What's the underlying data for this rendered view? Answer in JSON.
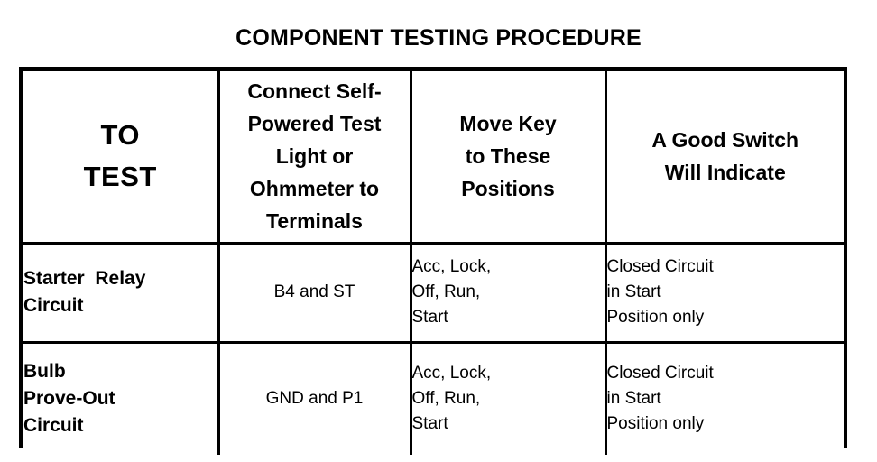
{
  "page": {
    "title": "COMPONENT TESTING PROCEDURE"
  },
  "table": {
    "headers": [
      {
        "lines": [
          "TO",
          "TEST"
        ],
        "style": "big"
      },
      {
        "lines": [
          "Connect Self-",
          "Powered Test",
          "Light or",
          "Ohmmeter to",
          "Terminals"
        ],
        "style": "normal"
      },
      {
        "lines": [
          "Move Key",
          "to These",
          "Positions"
        ],
        "style": "normal"
      },
      {
        "lines": [
          "A Good Switch",
          "Will Indicate"
        ],
        "style": "normal"
      }
    ],
    "rows": [
      {
        "name_lines": [
          "Starter  Relay",
          "Circuit"
        ],
        "terminals": "B4 and ST",
        "key_positions": [
          "Acc, Lock,",
          "Off, Run,",
          "Start"
        ],
        "indication": [
          "Closed Circuit",
          "in Start",
          "Position only"
        ]
      },
      {
        "name_lines": [
          "Bulb",
          "Prove-Out",
          "Circuit"
        ],
        "terminals": "GND and P1",
        "key_positions": [
          "Acc, Lock,",
          "Off, Run,",
          "Start"
        ],
        "indication": [
          "Closed Circuit",
          "in Start",
          "Position only"
        ]
      }
    ]
  },
  "colors": {
    "ink": "#000000",
    "paper": "#ffffff"
  }
}
